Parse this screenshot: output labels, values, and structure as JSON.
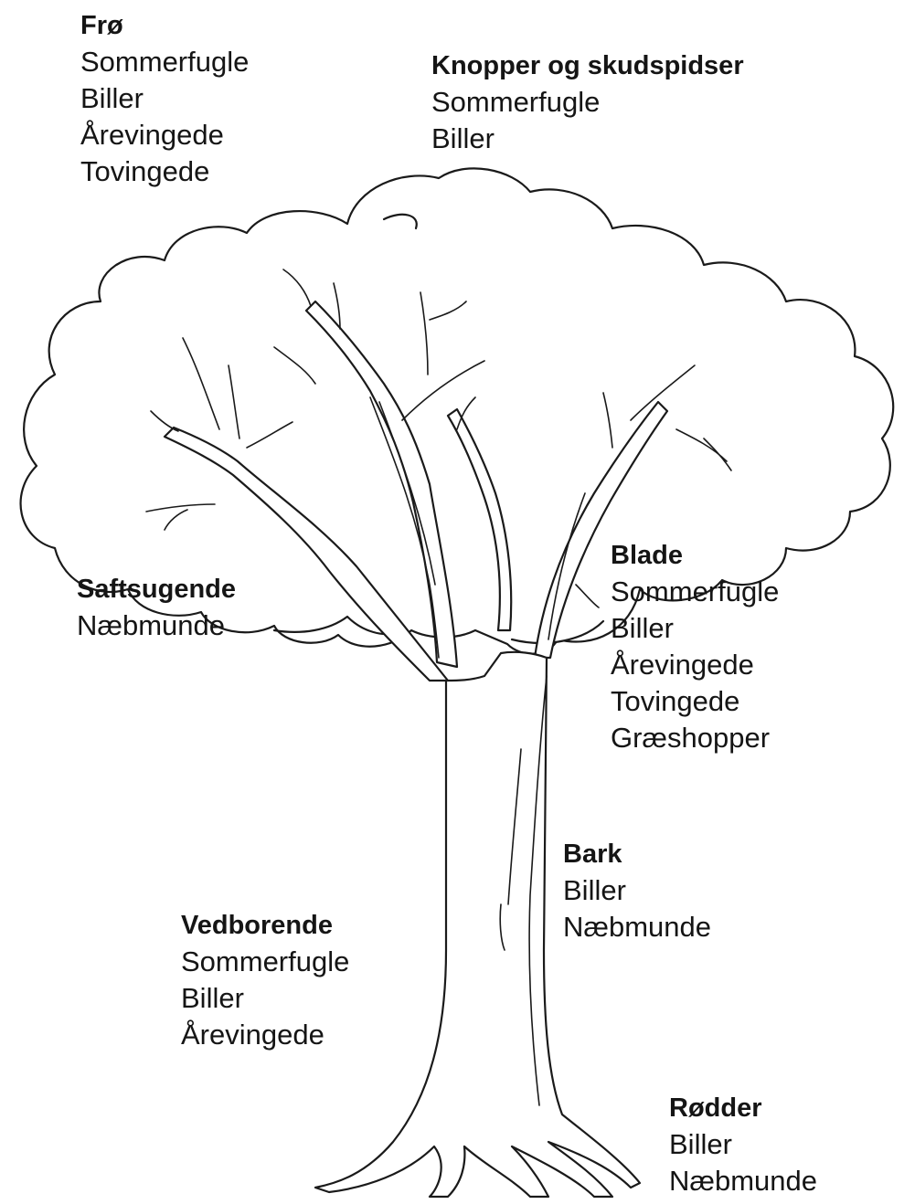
{
  "groups": [
    {
      "id": "fro",
      "heading": "Frø",
      "items": [
        "Sommerfugle",
        "Biller",
        "Årevingede",
        "Tovingede"
      ]
    },
    {
      "id": "knopper",
      "heading": "Knopper og skudspidser",
      "items": [
        "Sommerfugle",
        "Biller"
      ]
    },
    {
      "id": "saft",
      "heading": "Saftsugende",
      "items": [
        "Næbmunde"
      ]
    },
    {
      "id": "blade",
      "heading": "Blade",
      "items": [
        "Sommerfugle",
        "Biller",
        "Årevingede",
        "Tovingede",
        "Græshopper"
      ]
    },
    {
      "id": "bark",
      "heading": "Bark",
      "items": [
        "Biller",
        "Næbmunde"
      ]
    },
    {
      "id": "ved",
      "heading": "Vedborende",
      "items": [
        "Sommerfugle",
        "Biller",
        "Årevingede"
      ]
    },
    {
      "id": "rodder",
      "heading": "Rødder",
      "items": [
        "Biller",
        "Næbmunde"
      ]
    }
  ],
  "colors": {
    "line": "#1a1a1a",
    "background": "#ffffff"
  }
}
